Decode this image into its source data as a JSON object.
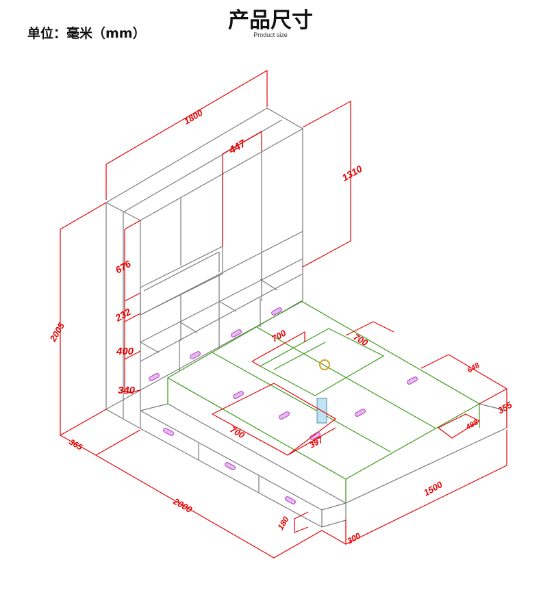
{
  "header": {
    "unit": "单位：毫米（mm）",
    "title": "产品尺寸",
    "subtitle": "Product size"
  },
  "dimensions": {
    "d1800": "1800",
    "d447": "447",
    "d1310": "1310",
    "d676": "676",
    "d232": "232",
    "d400": "400",
    "d340": "340",
    "d2005": "2005",
    "d365": "365",
    "d2000": "2000",
    "d700_top_a": "700",
    "d700_top_b": "700",
    "d700_front": "700",
    "d397": "397",
    "d648": "648",
    "d355": "355",
    "d498": "498",
    "d1500": "1500",
    "d300": "300",
    "d180": "180"
  },
  "colors": {
    "dimension": "#e60000",
    "outline": "#7a7a7a",
    "bed_top": "#3a9a1a",
    "handle": "#b040c0",
    "leg": "#88c8e0",
    "light_ring": "#d4a020"
  }
}
